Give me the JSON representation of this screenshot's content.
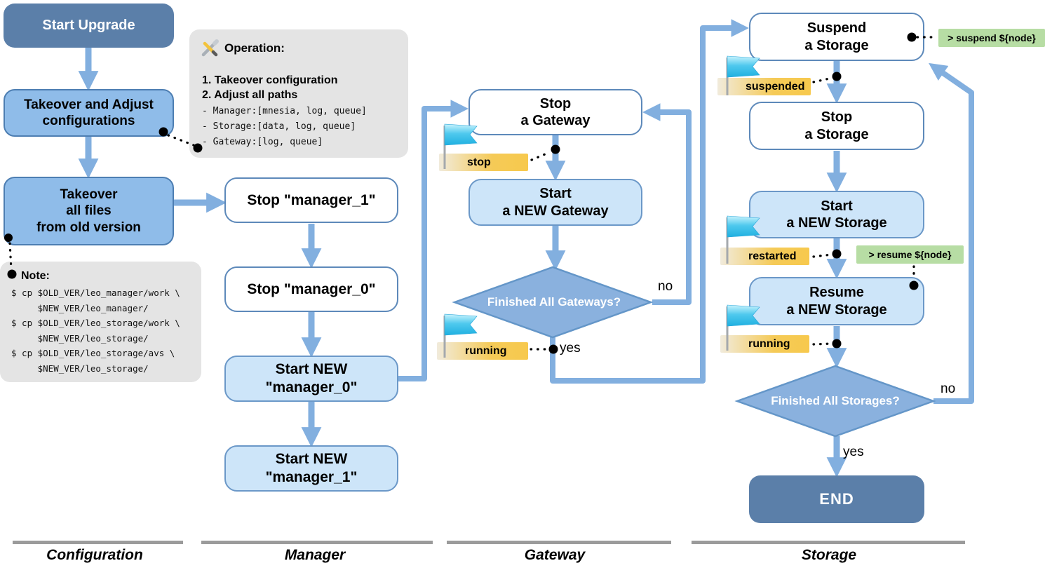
{
  "lanes": [
    "Configuration",
    "Manager",
    "Gateway",
    "Storage"
  ],
  "nodes": {
    "start_upgrade": "Start Upgrade",
    "takeover_adjust": "Takeover and Adjust\nconfigurations",
    "takeover_files": "Takeover\nall files\nfrom old version",
    "stop_manager_1": "Stop \"manager_1\"",
    "stop_manager_0": "Stop \"manager_0\"",
    "start_new_manager_0": "Start NEW\n\"manager_0\"",
    "start_new_manager_1": "Start NEW\n\"manager_1\"",
    "stop_gateway": "Stop\na Gateway",
    "start_new_gateway": "Start\na NEW Gateway",
    "finished_all_gateways": "Finished All Gateways?",
    "suspend_storage": "Suspend\na Storage",
    "stop_storage": "Stop\na Storage",
    "start_new_storage": "Start\na NEW Storage",
    "resume_storage": "Resume\na NEW Storage",
    "finished_all_storages": "Finished All Storages?",
    "end": "END"
  },
  "operation_note": {
    "icon": "hammer-wrench-icon",
    "title": "Operation:",
    "step1": "1. Takeover configuration",
    "step2": "2. Adjust all paths",
    "path_manager": "- Manager:[mnesia, log, queue]",
    "path_storage": "- Storage:[data, log, queue]",
    "path_gateway": "- Gateway:[log, queue]"
  },
  "note": {
    "title": "Note:",
    "line1": "$ cp $OLD_VER/leo_manager/work \\",
    "line2": "     $NEW_VER/leo_manager/",
    "line3": "$ cp $OLD_VER/leo_storage/work \\",
    "line4": "     $NEW_VER/leo_storage/",
    "line5": "$ cp $OLD_VER/leo_storage/avs \\",
    "line6": "     $NEW_VER/leo_storage/"
  },
  "flags": {
    "stop": "stop",
    "gateway_running": "running",
    "suspended": "suspended",
    "restarted": "restarted",
    "storage_running": "running"
  },
  "commands": {
    "suspend": "> suspend ${node}",
    "resume": "> resume ${node}"
  },
  "edges": {
    "gateway_no": "no",
    "gateway_yes": "yes",
    "storage_no": "no",
    "storage_yes": "yes"
  },
  "colors": {
    "dark_node": "#5b7fa9",
    "mid_node": "#8fbce9",
    "light_node": "#cde5f9",
    "diamond": "#8ab1de",
    "arrow": "#82afdf",
    "flag_chip_yellow": "#f7c94d",
    "command_green": "#b7dda4",
    "note_gray": "#e4e4e4",
    "flag_cyan": "#4fc9ee"
  }
}
